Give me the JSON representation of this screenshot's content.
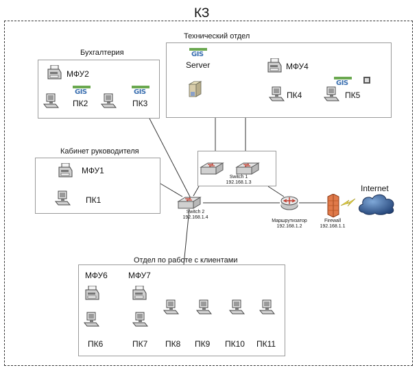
{
  "title": "КЗ",
  "zones": {
    "accounting": "Бухгалтерия",
    "tech": "Технический отдел",
    "director": "Кабинет руководителя",
    "clients": "Отдел по работе с клиентами"
  },
  "devices": {
    "mfu2": "МФУ2",
    "pk2": "ПК2",
    "pk3": "ПК3",
    "server": "Server",
    "mfu4": "МФУ4",
    "pk4": "ПК4",
    "pk5": "ПК5",
    "mfu1": "МФУ1",
    "pk1": "ПК1",
    "mfu6": "МФУ6",
    "mfu7": "МФУ7",
    "pk6": "ПК6",
    "pk7": "ПК7",
    "pk8": "ПК8",
    "pk9": "ПК9",
    "pk10": "ПК10",
    "pk11": "ПК11"
  },
  "network": {
    "switch1_name": "Switch 1",
    "switch1_ip": "192.168.1.3",
    "switch2_name": "Switch 2",
    "switch2_ip": "192.168.1.4",
    "router_name": "Маршрутизатор",
    "router_ip": "192.168.1.2",
    "firewall_name": "Firewall",
    "firewall_ip": "192.168.1.1",
    "internet": "Internet"
  },
  "gis_logo": "GIS",
  "icons": {
    "pc": "pc-icon",
    "printer": "printer-icon",
    "server": "server-icon",
    "switch": "switch-icon",
    "router": "router-icon",
    "firewall": "firewall-icon",
    "cloud": "cloud-icon"
  }
}
